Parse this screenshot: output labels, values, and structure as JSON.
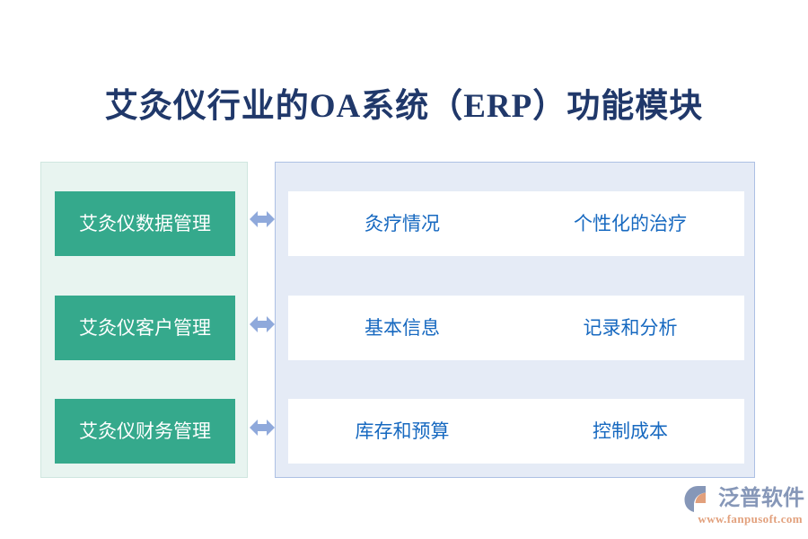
{
  "page": {
    "title": "艾灸仪行业的OA系统（ERP）功能模块",
    "background_color": "#ffffff",
    "title_color": "#20386a"
  },
  "diagram": {
    "type": "two-column-mapping",
    "left_panel": {
      "background_color": "#e8f4f0",
      "border_color": "#cfe6df",
      "box_color": "#35a98c",
      "box_text_color": "#ffffff",
      "items": [
        {
          "label": "艾灸仪数据管理"
        },
        {
          "label": "艾灸仪客户管理"
        },
        {
          "label": "艾灸仪财务管理"
        }
      ]
    },
    "connectors": [
      {
        "icon": "double-arrow-horizontal-icon",
        "color": "#8fa9db"
      },
      {
        "icon": "double-arrow-horizontal-icon",
        "color": "#8fa9db"
      },
      {
        "icon": "double-arrow-horizontal-icon",
        "color": "#8fa9db"
      }
    ],
    "right_panel": {
      "background_color": "#e5ebf6",
      "border_color": "#adc0e4",
      "box_color": "#ffffff",
      "box_text_color": "#1769c0",
      "rows": [
        {
          "left": "灸疗情况",
          "right": "个性化的治疗"
        },
        {
          "left": "基本信息",
          "right": "记录和分析"
        },
        {
          "left": "库存和预算",
          "right": "控制成本"
        }
      ]
    }
  },
  "watermark": {
    "brand": "泛普软件",
    "url": "www.fanpusoft.com",
    "brand_color": "#8697b8",
    "url_color": "#e2a07c"
  }
}
